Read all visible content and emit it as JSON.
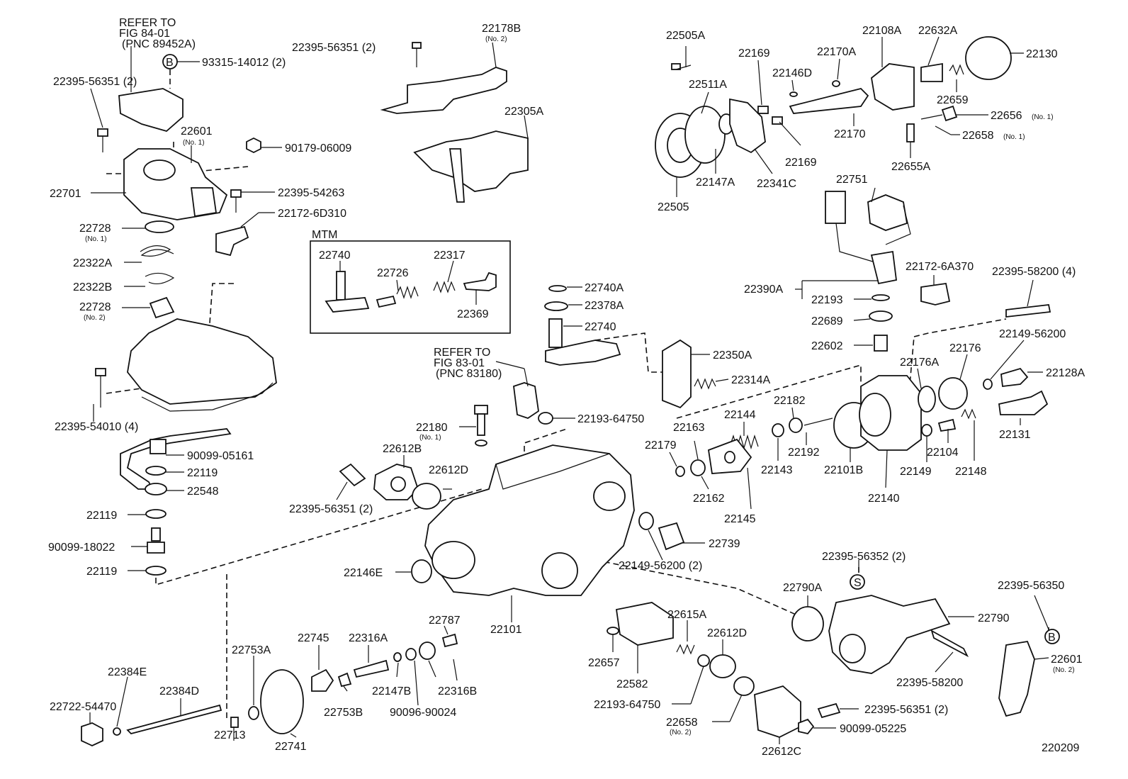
{
  "diagram": {
    "figure_number": "220209",
    "mtm_box_label": "MTM",
    "refer_notes": {
      "fig84": [
        "REFER TO",
        "FIG 84-01",
        "(PNC 89452A)"
      ],
      "fig83": [
        "REFER TO",
        "FIG 83-01",
        "(PNC 83180)"
      ]
    },
    "labels": {
      "p22395_56351_a": "22395-56351 (2)",
      "p93315_14012": "93315-14012 (2)",
      "p22395_56351_b": "22395-56351 (2)",
      "p22601a": "22601",
      "p22601a_sub": "(No. 1)",
      "p90179_06009": "90179-06009",
      "p22701": "22701",
      "p22395_54263": "22395-54263",
      "p22172_6d310": "22172-6D310",
      "p22728a": "22728",
      "p22728a_sub": "(No. 1)",
      "p22322a": "22322A",
      "p22322b": "22322B",
      "p22728b": "22728",
      "p22728b_sub": "(No. 2)",
      "p22395_54010": "22395-54010 (4)",
      "p90099_05161": "90099-05161",
      "p22119a": "22119",
      "p22548": "22548",
      "p22119b": "22119",
      "p90099_18022": "90099-18022",
      "p22119c": "22119",
      "p22178b": "22178B",
      "p22178b_sub": "(No. 2)",
      "p22305a": "22305A",
      "p22740_m": "22740",
      "p22726": "22726",
      "p22317": "22317",
      "p22369": "22369",
      "p22740a": "22740A",
      "p22378a": "22378A",
      "p22740": "22740",
      "p22193_64750_a": "22193-64750",
      "p22180": "22180",
      "p22180_sub": "(No. 1)",
      "p22612b": "22612B",
      "p22612d_a": "22612D",
      "p22395_56351_c": "22395-56351 (2)",
      "p22146e": "22146E",
      "p22101": "22101",
      "p22739": "22739",
      "p22149_56200_a": "22149-56200 (2)",
      "p22505a": "22505A",
      "p22511a": "22511A",
      "p22169a": "22169",
      "p22170a": "22170A",
      "p22146d": "22146D",
      "p22108a": "22108A",
      "p22632a": "22632A",
      "p22130": "22130",
      "p22659": "22659",
      "p22656": "22656",
      "p22656_sub": "(No. 1)",
      "p22658a": "22658",
      "p22658a_sub": "(No. 1)",
      "p22170": "22170",
      "p22169b": "22169",
      "p22655a": "22655A",
      "p22147a": "22147A",
      "p22341c": "22341C",
      "p22505": "22505",
      "p22751": "22751",
      "p22172_6a370": "22172-6A370",
      "p22395_58200_a": "22395-58200 (4)",
      "p22390a": "22390A",
      "p22193": "22193",
      "p22689": "22689",
      "p22602": "22602",
      "p22149_56200_b": "22149-56200",
      "p22350a": "22350A",
      "p22314a": "22314A",
      "p22176a": "22176A",
      "p22176": "22176",
      "p22128a": "22128A",
      "p22144": "22144",
      "p22182": "22182",
      "p22163": "22163",
      "p22179": "22179",
      "p22131": "22131",
      "p22192": "22192",
      "p22143": "22143",
      "p22101b": "22101B",
      "p22104": "22104",
      "p22148": "22148",
      "p22149": "22149",
      "p22162": "22162",
      "p22140": "22140",
      "p22145": "22145",
      "p22395_56352": "22395-56352 (2)",
      "p22790a": "22790A",
      "p22790": "22790",
      "p22395_56350": "22395-56350",
      "p22601b": "22601",
      "p22601b_sub": "(No. 2)",
      "p22395_58200_b": "22395-58200",
      "p22615a": "22615A",
      "p22612d_b": "22612D",
      "p22657": "22657",
      "p22582": "22582",
      "p22193_64750_b": "22193-64750",
      "p22658b": "22658",
      "p22658b_sub": "(No. 2)",
      "p22612c": "22612C",
      "p22395_56351_d": "22395-56351 (2)",
      "p90099_05225": "90099-05225",
      "p22787": "22787",
      "p22745": "22745",
      "p22316a": "22316A",
      "p22753a": "22753A",
      "p22147b": "22147B",
      "p22316b": "22316B",
      "p22753b": "22753B",
      "p90096_90024": "90096-90024",
      "p22384e": "22384E",
      "p22384d": "22384D",
      "p22722_54470": "22722-54470",
      "p22713": "22713",
      "p22741": "22741"
    },
    "markers": {
      "b1": "B",
      "b2": "B",
      "s1": "S"
    }
  }
}
